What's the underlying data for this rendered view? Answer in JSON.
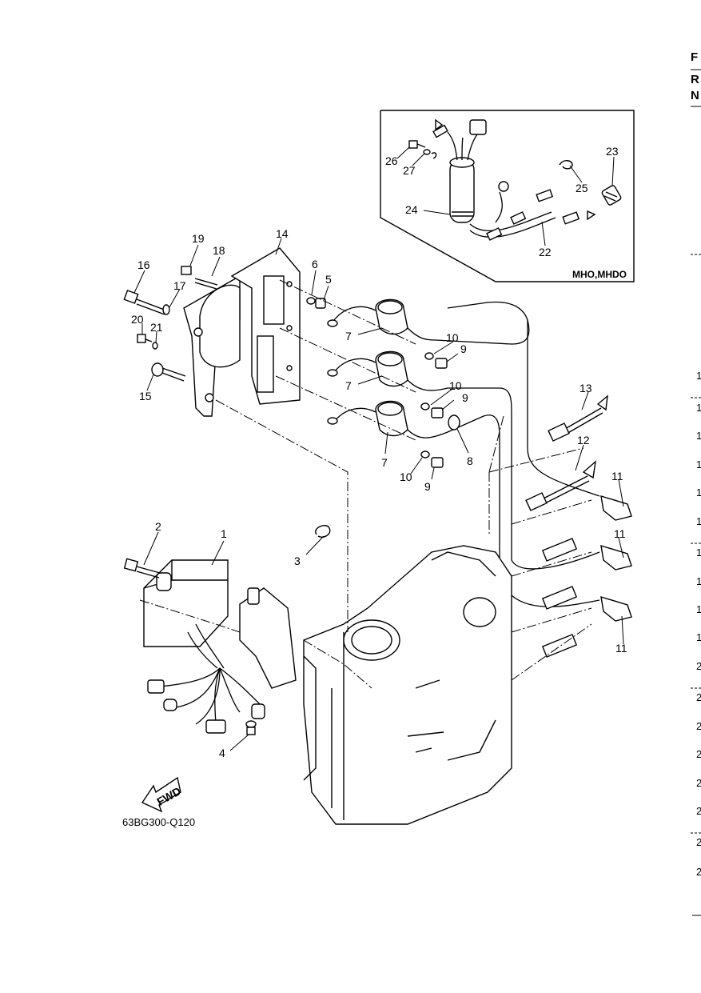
{
  "diagram": {
    "drawing_code": "63BG300-Q120",
    "fwd_label": "FWD",
    "inset_tag": "MHO,MHDO",
    "callouts": [
      {
        "id": "c1",
        "text": "1"
      },
      {
        "id": "c2",
        "text": "2"
      },
      {
        "id": "c3",
        "text": "3"
      },
      {
        "id": "c4",
        "text": "4"
      },
      {
        "id": "c5",
        "text": "5"
      },
      {
        "id": "c6",
        "text": "6"
      },
      {
        "id": "c7a",
        "text": "7"
      },
      {
        "id": "c7b",
        "text": "7"
      },
      {
        "id": "c7c",
        "text": "7"
      },
      {
        "id": "c8",
        "text": "8"
      },
      {
        "id": "c9a",
        "text": "9"
      },
      {
        "id": "c9b",
        "text": "9"
      },
      {
        "id": "c9c",
        "text": "9"
      },
      {
        "id": "c10a",
        "text": "10"
      },
      {
        "id": "c10b",
        "text": "10"
      },
      {
        "id": "c10c",
        "text": "10"
      },
      {
        "id": "c11a",
        "text": "11"
      },
      {
        "id": "c11b",
        "text": "11"
      },
      {
        "id": "c11c",
        "text": "11"
      },
      {
        "id": "c12",
        "text": "12"
      },
      {
        "id": "c13",
        "text": "13"
      },
      {
        "id": "c14",
        "text": "14"
      },
      {
        "id": "c15",
        "text": "15"
      },
      {
        "id": "c16",
        "text": "16"
      },
      {
        "id": "c17",
        "text": "17"
      },
      {
        "id": "c18",
        "text": "18"
      },
      {
        "id": "c19",
        "text": "19"
      },
      {
        "id": "c20",
        "text": "20"
      },
      {
        "id": "c21",
        "text": "21"
      },
      {
        "id": "c22",
        "text": "22"
      },
      {
        "id": "c23",
        "text": "23"
      },
      {
        "id": "c24",
        "text": "24"
      },
      {
        "id": "c25",
        "text": "25"
      },
      {
        "id": "c26",
        "text": "26"
      },
      {
        "id": "c27",
        "text": "27"
      }
    ]
  },
  "edge_column": {
    "header_letters": [
      "F",
      "R",
      "N"
    ],
    "row_numbers": [
      "1",
      "1",
      "1",
      "1",
      "1",
      "1",
      "1",
      "1",
      "1",
      "1",
      "2",
      "2",
      "2",
      "2",
      "2",
      "2",
      "2",
      "2"
    ]
  }
}
